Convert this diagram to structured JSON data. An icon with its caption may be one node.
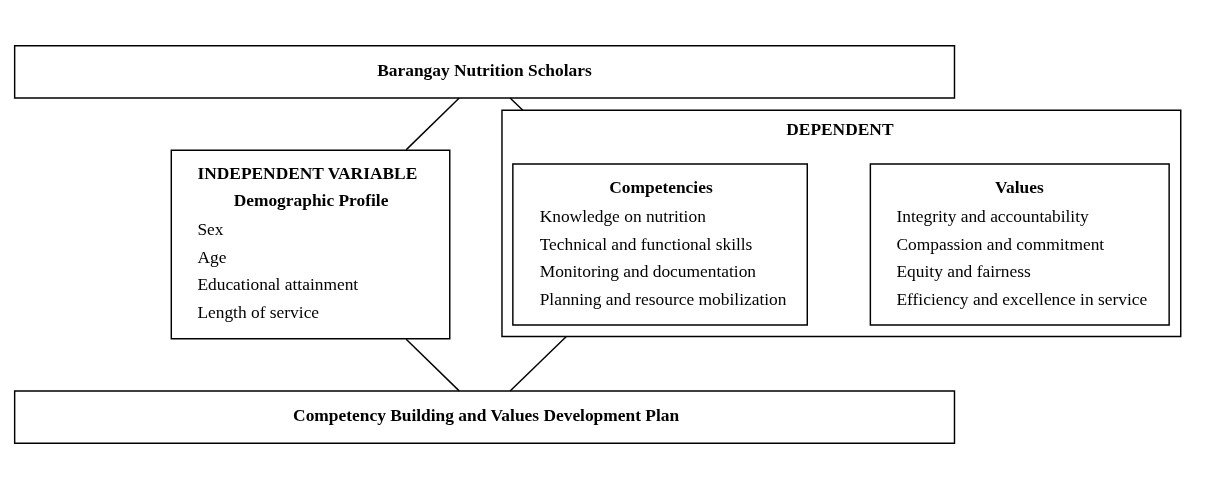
{
  "diagram": {
    "nodes": [
      {
        "text": [
          "Barangay Nutrition Scholars"
        ]
      },
      {
        "text": [
          "INDEPENDENT VARIABLE",
          "Demographic Profile",
          "Sex",
          "Age",
          "Educational attainment",
          "Length of service"
        ]
      },
      {
        "text": [
          "DEPENDENT"
        ]
      },
      {
        "text": [
          "Competencies",
          "Knowledge on nutrition",
          "Technical and functional skills",
          "Monitoring and documentation",
          "Planning and resource mobilization"
        ],
        "in": 2
      },
      {
        "text": [
          "Values",
          "Integrity and accountability",
          "Compassion and commitment",
          "Equity and fairness",
          "Efficiency and excellence in service"
        ],
        "in": 2
      },
      {
        "text": [
          "Competency Building and Values Development Plan"
        ]
      }
    ],
    "edges": [
      {
        "from": 0,
        "to": 1,
        "arrow": "none"
      },
      {
        "from": 0,
        "to": 2,
        "arrow": "none"
      },
      {
        "from": 1,
        "to": 5,
        "arrow": "none"
      },
      {
        "from": 2,
        "to": 5,
        "arrow": "none"
      }
    ]
  }
}
